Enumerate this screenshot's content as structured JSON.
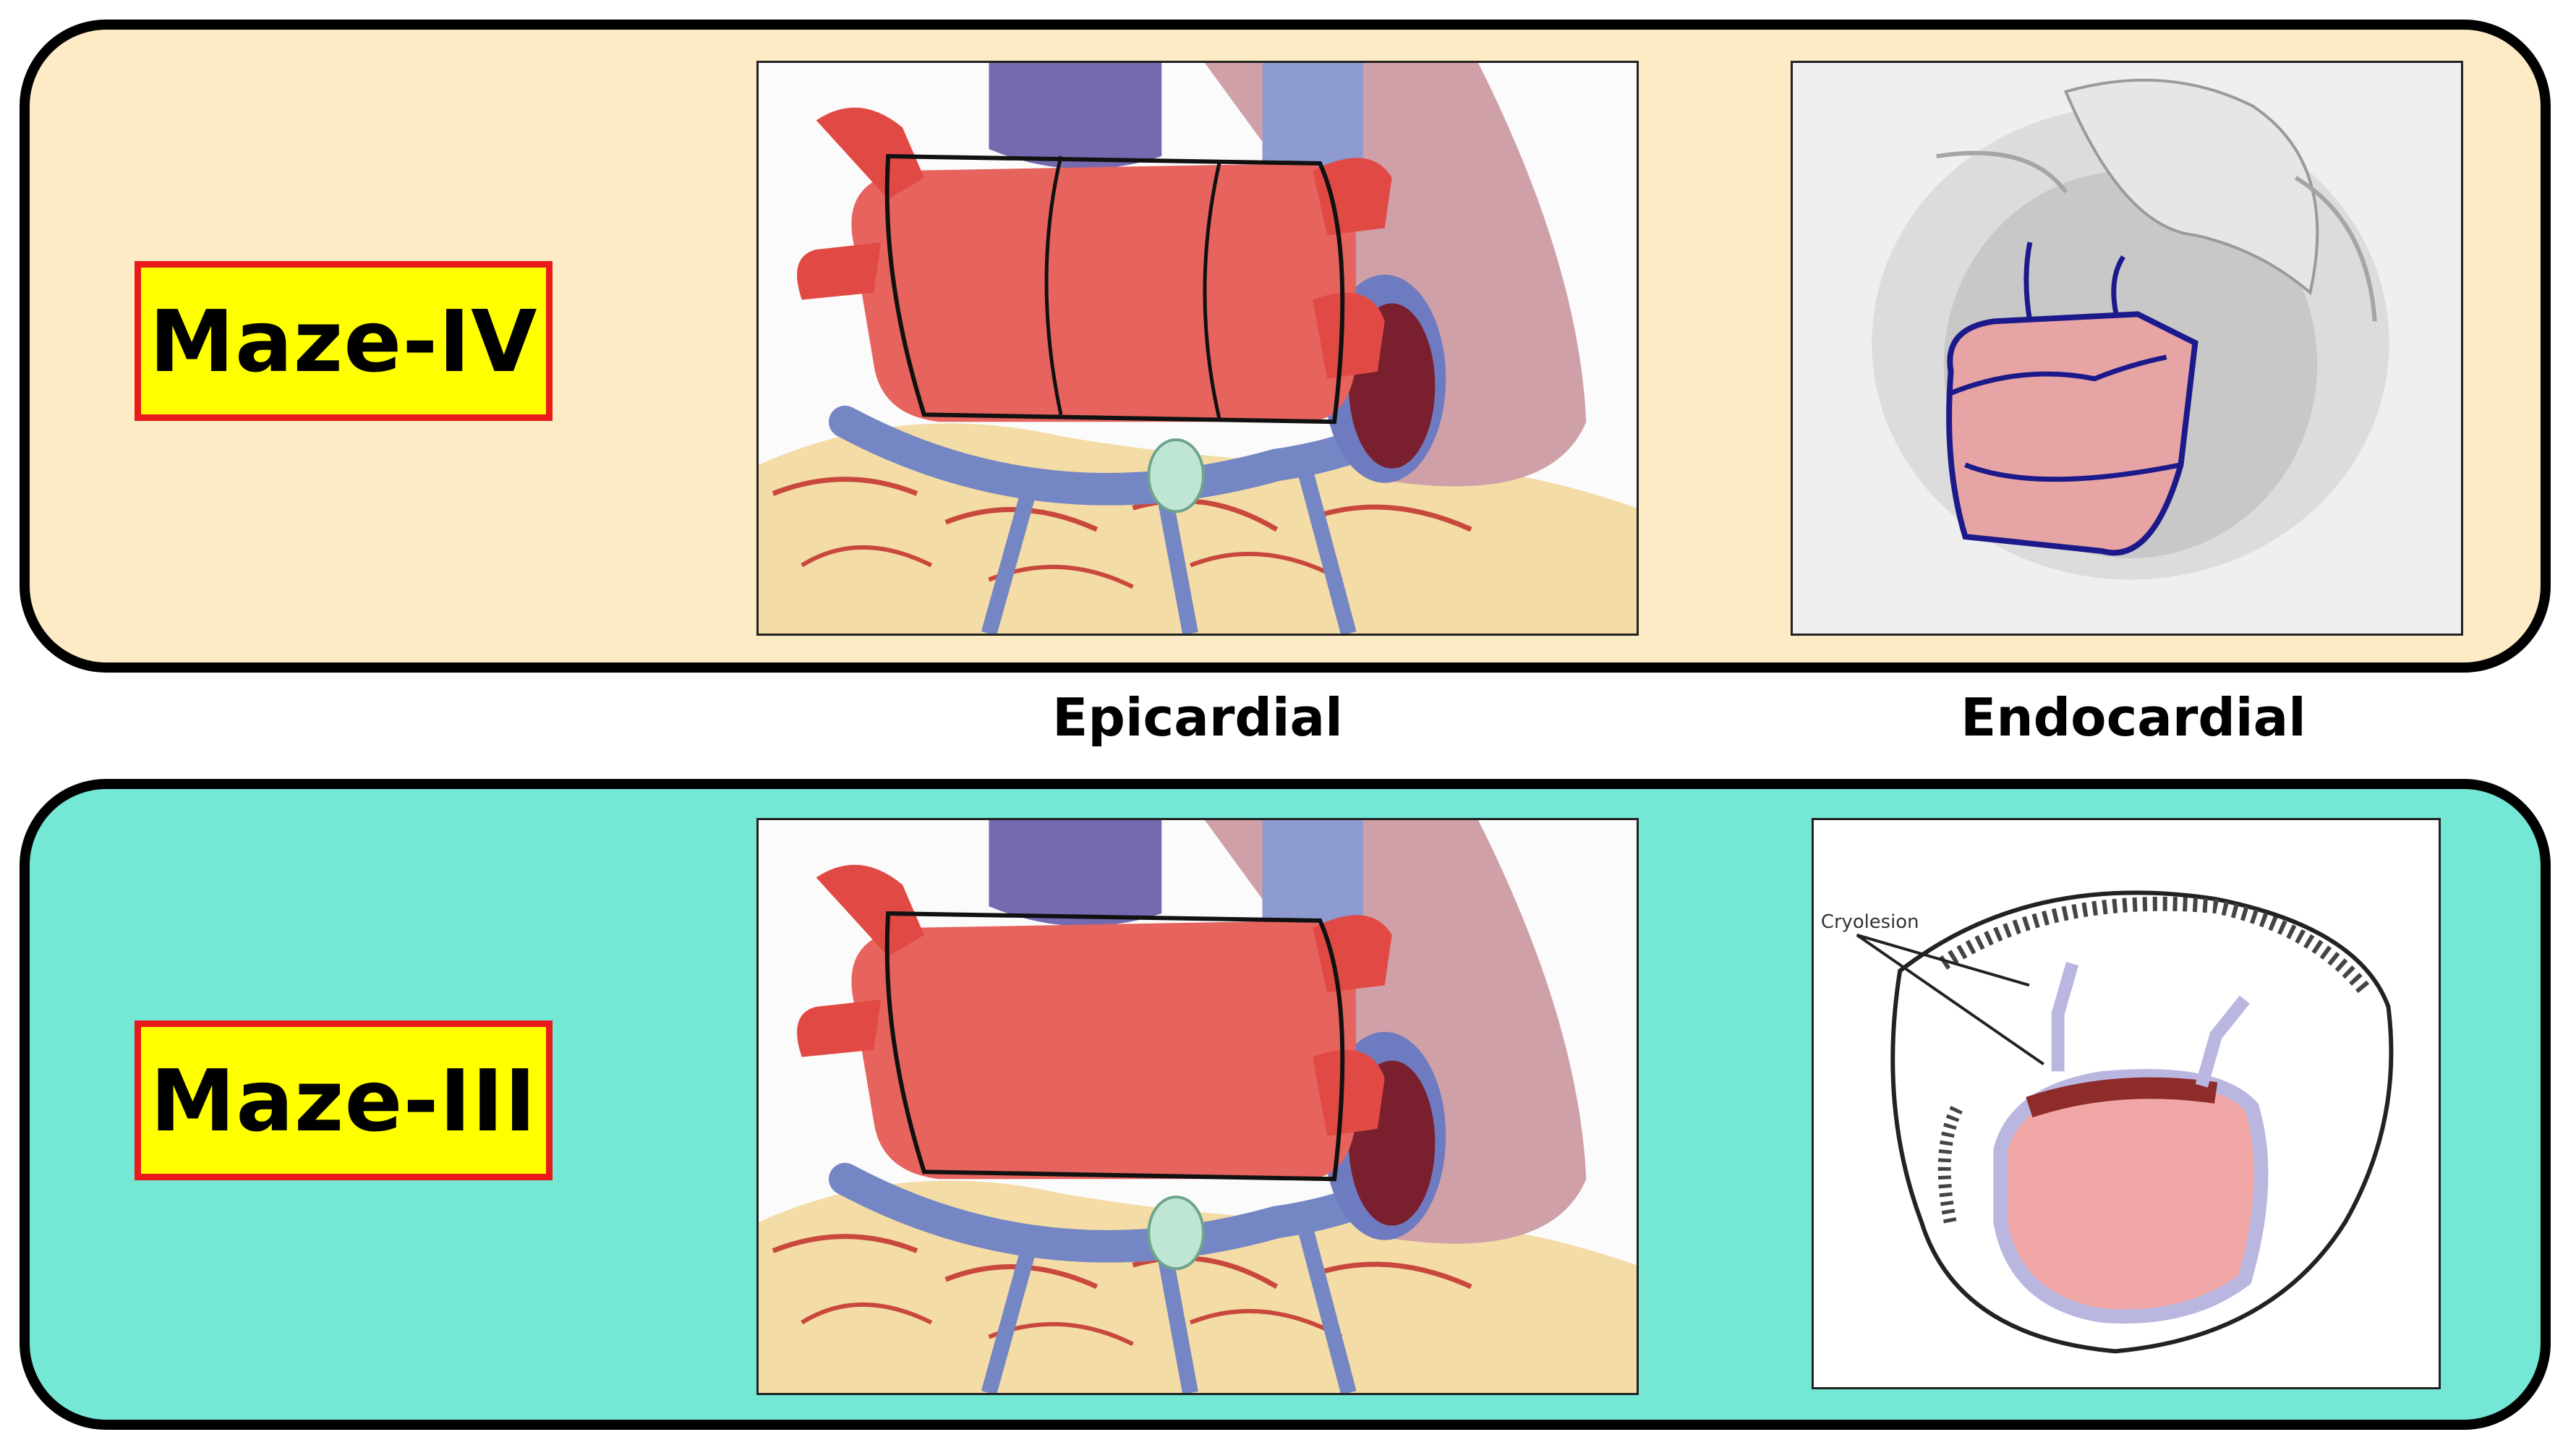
{
  "panels": [
    {
      "id": "top",
      "label": "Maze-IV",
      "background": "#fcebc5",
      "epicardial_figure": "heart-epicardial-box-lesion",
      "endocardial_figure": "left-atrium-endocardial-outline-blue"
    },
    {
      "id": "bottom",
      "label": "Maze-III",
      "background": "#74e7d5",
      "epicardial_figure": "heart-epicardial-box-lesion",
      "endocardial_figure": "left-atrium-cryolesion-sketch",
      "annotation": "Cryolesion"
    }
  ],
  "captions": {
    "epicardial": "Epicardial",
    "endocardial": "Endocardial"
  },
  "colors": {
    "label_fill": "#ffff00",
    "label_border": "#e81a1a",
    "panel_border": "#000000"
  }
}
